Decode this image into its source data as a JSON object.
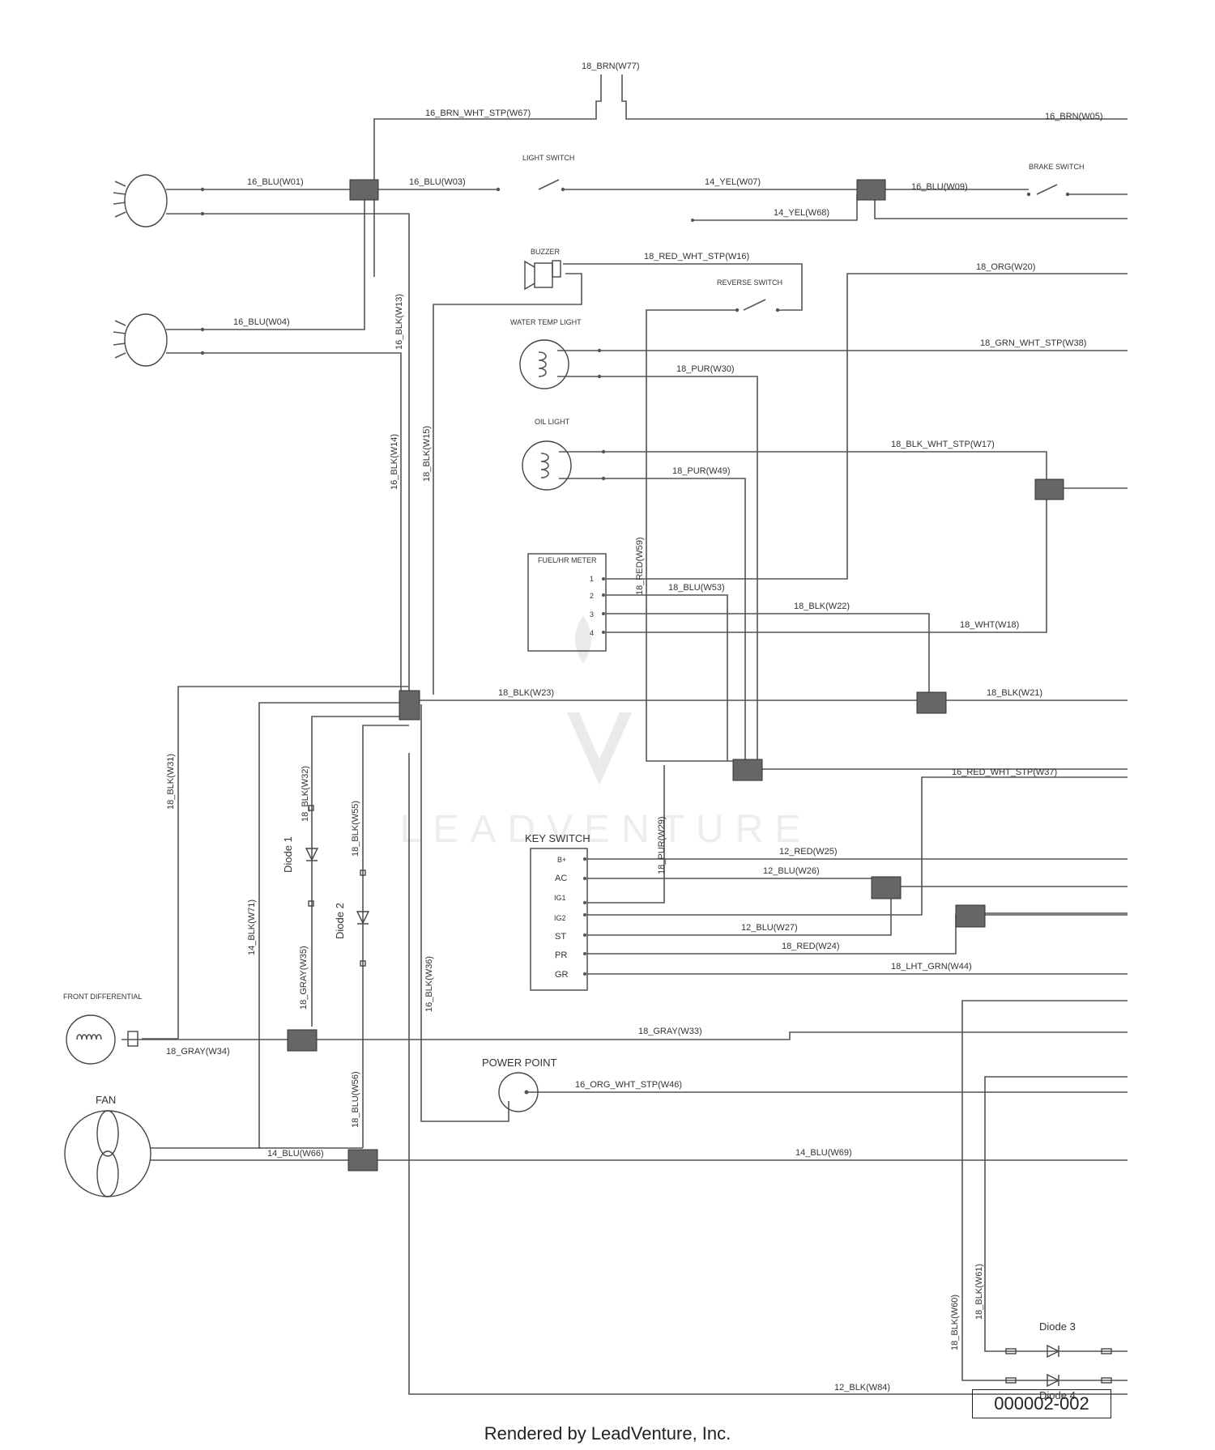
{
  "components": {
    "light_switch": "LIGHT SWITCH",
    "brake_switch": "BRAKE SWITCH",
    "buzzer": "BUZZER",
    "reverse_switch": "REVERSE SWITCH",
    "water_temp_light": "WATER TEMP LIGHT",
    "oil_light": "OIL LIGHT",
    "fuel_hr_meter": "FUEL/HR METER",
    "meter_pins": [
      "1",
      "2",
      "3",
      "4"
    ],
    "key_switch": "KEY SWITCH",
    "key_pins": [
      "B+",
      "AC",
      "IG1",
      "IG2",
      "ST",
      "PR",
      "GR"
    ],
    "front_differential": "FRONT DIFFERENTIAL",
    "fan": "FAN",
    "power_point": "POWER POINT",
    "diode_1": "Diode 1",
    "diode_2": "Diode 2",
    "diode_3": "Diode 3",
    "diode_4": "Diode 4"
  },
  "wires": {
    "w77": "18_BRN(W77)",
    "w67": "16_BRN_WHT_STP(W67)",
    "w05": "16_BRN(W05)",
    "w01": "16_BLU(W01)",
    "w03": "16_BLU(W03)",
    "w07": "14_YEL(W07)",
    "w09": "16_BLU(W09)",
    "w68": "14_YEL(W68)",
    "w16": "18_RED_WHT_STP(W16)",
    "w20": "18_ORG(W20)",
    "w04": "16_BLU(W04)",
    "w13": "16_BLK(W13)",
    "w38": "18_GRN_WHT_STP(W38)",
    "w30": "18_PUR(W30)",
    "w17": "18_BLK_WHT_STP(W17)",
    "w49": "18_PUR(W49)",
    "w14": "16_BLK(W14)",
    "w15": "18_BLK(W15)",
    "w59": "18_RED(W59)",
    "w53": "18_BLU(W53)",
    "w22": "18_BLK(W22)",
    "w18": "18_WHT(W18)",
    "w23": "18_BLK(W23)",
    "w21": "18_BLK(W21)",
    "w31": "18_BLK(W31)",
    "w32": "18_BLK(W32)",
    "w55": "18_BLK(W55)",
    "w37": "16_RED_WHT_STP(W37)",
    "w29": "18_PUR(W29)",
    "w25": "12_RED(W25)",
    "w26": "12_BLU(W26)",
    "w27": "12_BLU(W27)",
    "w24": "18_RED(W24)",
    "w44": "18_LHT_GRN(W44)",
    "w71": "14_BLK(W71)",
    "w35": "18_GRAY(W35)",
    "w36": "16_BLK(W36)",
    "w33": "18_GRAY(W33)",
    "w34": "18_GRAY(W34)",
    "w46": "16_ORG_WHT_STP(W46)",
    "w56": "18_BLU(W56)",
    "w66": "14_BLU(W66)",
    "w69": "14_BLU(W69)",
    "w60": "18_BLK(W60)",
    "w61": "18_BLK(W61)",
    "w84": "12_BLK(W84)"
  },
  "watermark": "LEADVENTURE",
  "part_number": "000002-002",
  "footer": "Rendered by LeadVenture, Inc."
}
